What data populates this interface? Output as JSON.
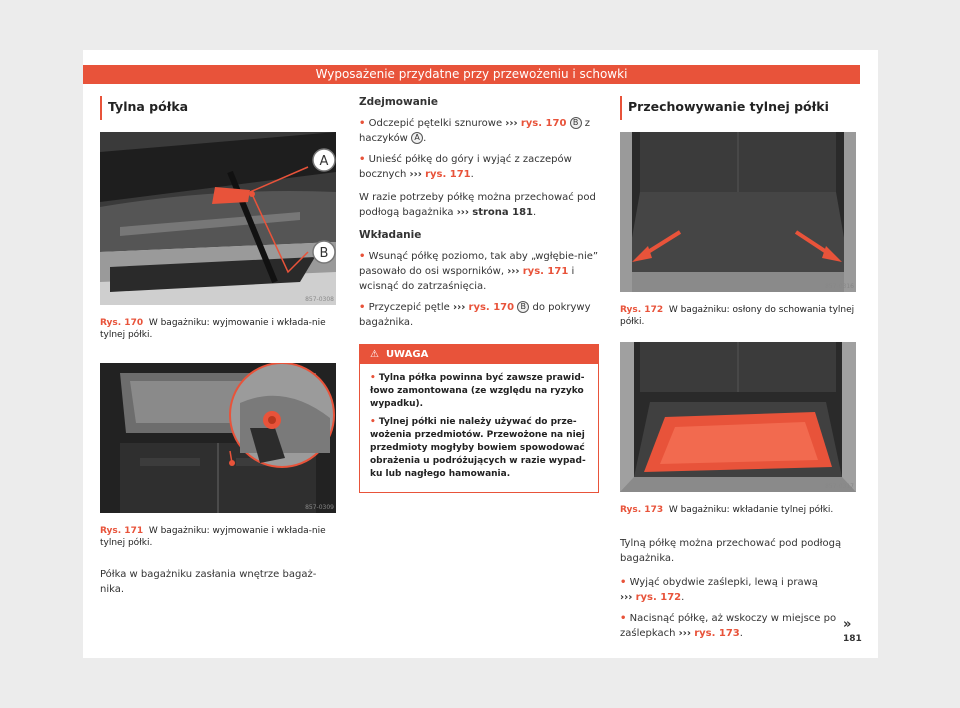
{
  "header": {
    "title": "Wyposażenie przydatne przy przewożeniu i schowki"
  },
  "left": {
    "section_title": "Tylna półka",
    "fig1": {
      "code": "857-0308",
      "ref": "Rys. 170",
      "caption": "W bagażniku: wyjmowanie i wkłada-nie tylnej półki.",
      "label_a": "A",
      "label_b": "B"
    },
    "fig2": {
      "code": "857-0309",
      "ref": "Rys. 171",
      "caption": "W bagażniku: wyjmowanie i wkłada-nie tylnej półki."
    },
    "body": "Półka w bagażniku zasłania wnętrze bagaż-nika."
  },
  "middle": {
    "removal_title": "Zdejmowanie",
    "r1_a": "Odczepić pętelki sznurowe",
    "r1_ref": "rys. 170",
    "r1_b": "z haczyków",
    "r2_a": "Unieść półkę do góry i wyjąć z zaczepów bocznych",
    "r2_ref": "rys. 171",
    "storage_a": "W razie potrzeby półkę można przechować pod podłogą bagażnika",
    "storage_ref": "strona 181",
    "insert_title": "Wkładanie",
    "i1_a": "Wsunąć półkę poziomo, tak aby „wgłębie-nie” pasowało do osi wsporników,",
    "i1_ref": "rys. 171",
    "i1_b": "i wcisnąć do zatrzaśnięcia.",
    "i2_a": "Przyczepić pętle",
    "i2_ref": "rys. 170",
    "i2_b": "do pokrywy bagażnika.",
    "warning_title": "UWAGA",
    "w1": "Tylna półka powinna być zawsze prawid-łowo zamontowana (ze względu na ryzyko wypadku).",
    "w2": "Tylnej półki nie należy używać do prze-wożenia przedmiotów. Przewożone na niej przedmioty mogłyby bowiem spowodować obrażenia u podróżujących w razie wypad-ku lub nagłego hamowania.",
    "arrows": "›››",
    "label_a": "A",
    "label_b": "B"
  },
  "right": {
    "section_title": "Przechowywanie tylnej półki",
    "fig3": {
      "code": "857-0316",
      "ref": "Rys. 172",
      "caption": "W bagażniku: osłony do schowania tylnej półki."
    },
    "fig4": {
      "code": "857-0317",
      "ref": "Rys. 173",
      "caption": "W bagażniku: wkładanie tylnej półki."
    },
    "body": "Tylną półkę można przechować pod podłogą bagażnika.",
    "b1_a": "Wyjąć obydwie zaślepki, lewą i prawą",
    "b1_ref": "rys. 172",
    "b2_a": "Nacisnąć półkę, aż wskoczy w miejsce po zaślepkach",
    "b2_ref": "rys. 173",
    "arrows": "›››"
  },
  "footer": {
    "more": "»",
    "page_number": "181"
  },
  "colors": {
    "accent": "#e8533a"
  }
}
